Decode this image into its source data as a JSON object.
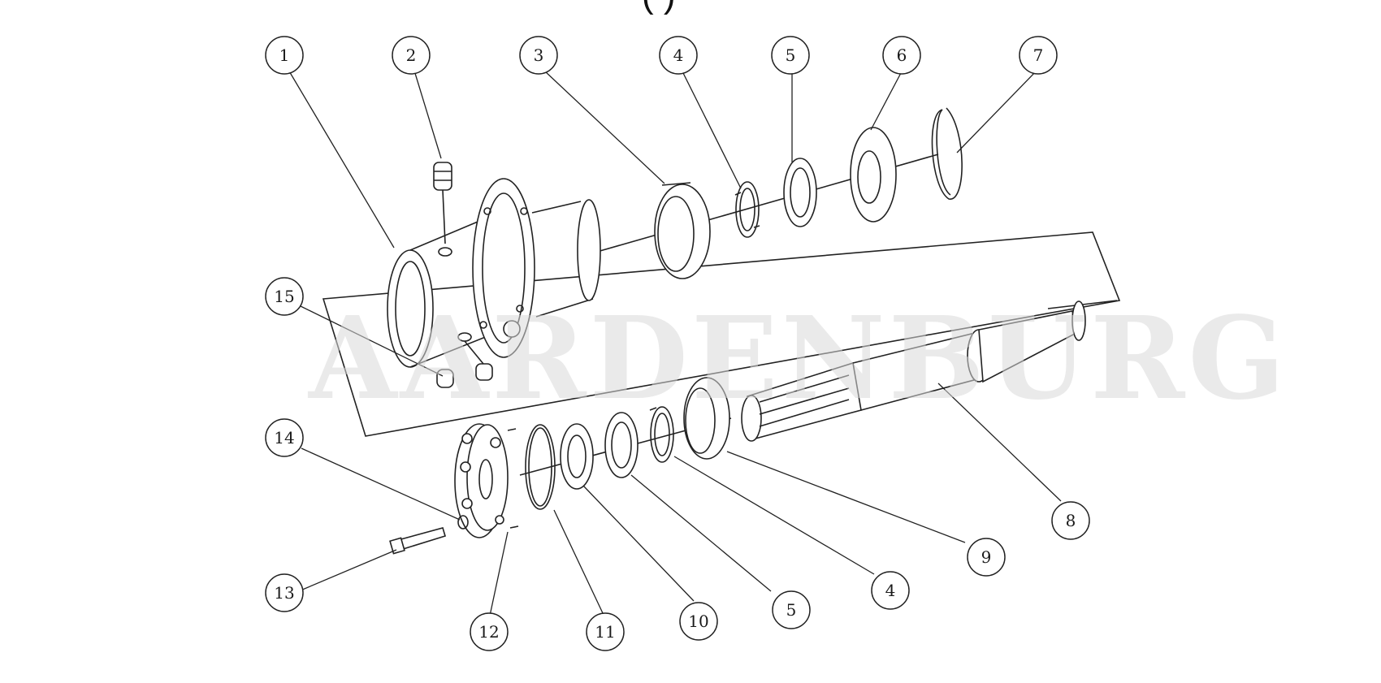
{
  "diagram": {
    "watermark": "AARDENBURG",
    "top_text_fragment": "(          )",
    "callouts": [
      {
        "id": "c1",
        "label": "1"
      },
      {
        "id": "c2",
        "label": "2"
      },
      {
        "id": "c3",
        "label": "3"
      },
      {
        "id": "c4a",
        "label": "4"
      },
      {
        "id": "c5a",
        "label": "5"
      },
      {
        "id": "c6",
        "label": "6"
      },
      {
        "id": "c7",
        "label": "7"
      },
      {
        "id": "c8",
        "label": "8"
      },
      {
        "id": "c9",
        "label": "9"
      },
      {
        "id": "c4b",
        "label": "4"
      },
      {
        "id": "c5b",
        "label": "5"
      },
      {
        "id": "c10",
        "label": "10"
      },
      {
        "id": "c11",
        "label": "11"
      },
      {
        "id": "c12",
        "label": "12"
      },
      {
        "id": "c13",
        "label": "13"
      },
      {
        "id": "c14",
        "label": "14"
      },
      {
        "id": "c15",
        "label": "15"
      }
    ]
  }
}
